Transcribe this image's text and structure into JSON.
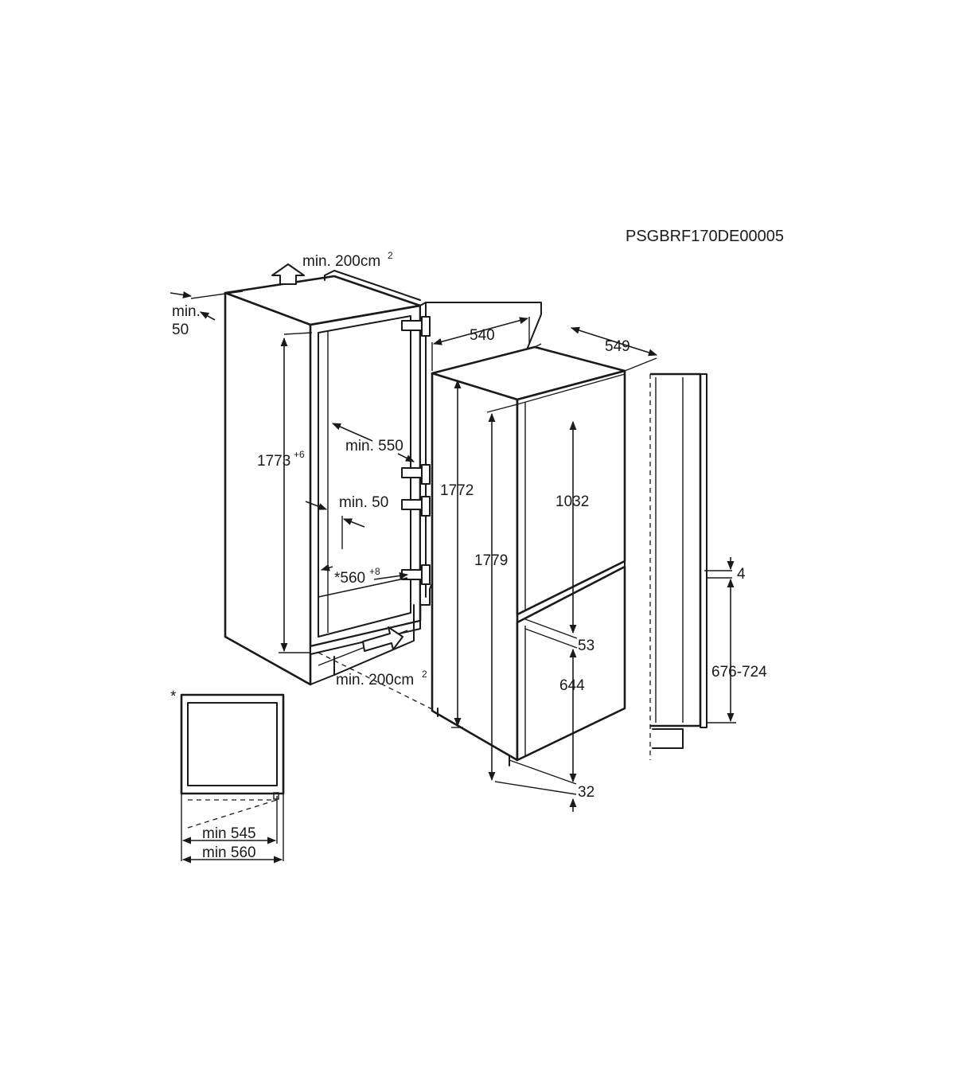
{
  "drawing_code": "PSGBRF170DE00005",
  "labels": {
    "vent_top": "min. 200cm",
    "vent_top_sup": "2",
    "rear_gap": "min.",
    "rear_gap_value": "50",
    "niche_height": "1773",
    "niche_height_sup": "+6",
    "niche_depth": "min. 550",
    "side_gap": "min. 50",
    "niche_width": "*560",
    "niche_width_sup": "+8",
    "vent_bottom": "min. 200cm",
    "vent_bottom_sup": "2",
    "width_540": "540",
    "depth_549": "549",
    "height_1772": "1772",
    "height_1779": "1779",
    "upper_door": "1032",
    "door_gap": "53",
    "lower_door": "644",
    "bottom_gap": "32",
    "side_offset": "4",
    "side_range": "676-724",
    "asterisk": "*",
    "min_545": "min 545",
    "min_560": "min 560"
  }
}
